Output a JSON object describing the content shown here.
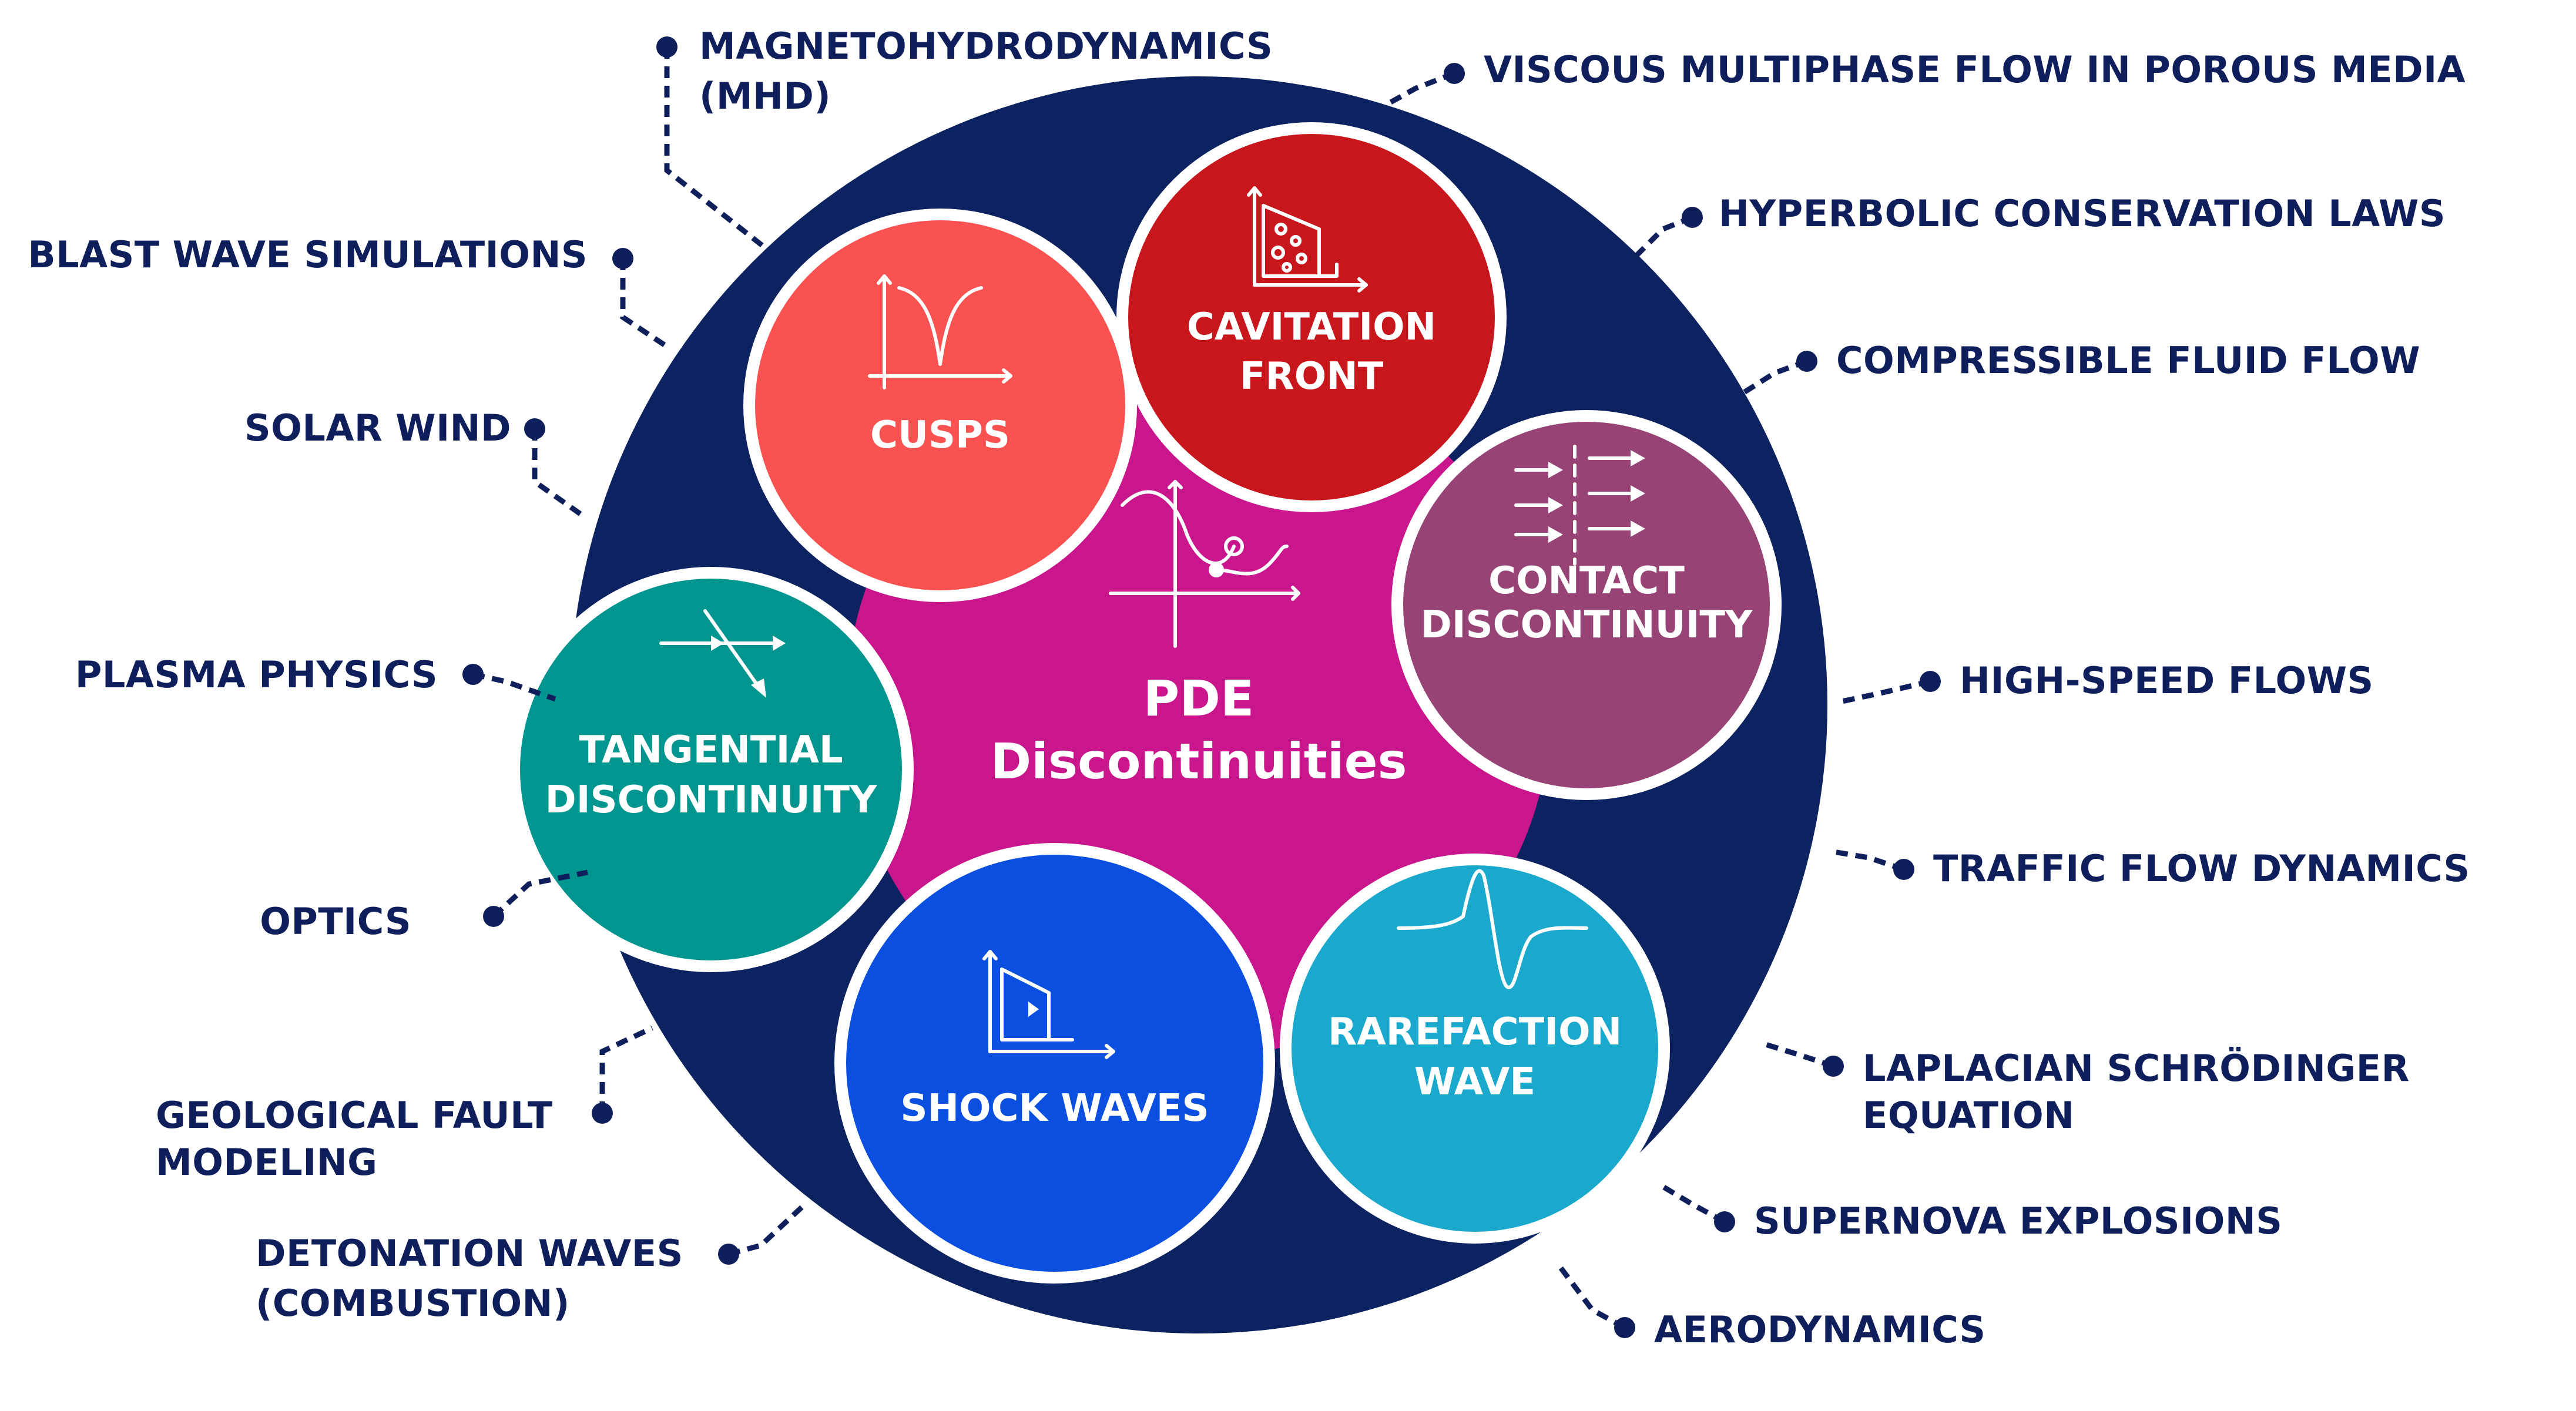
{
  "center": {
    "title_line1": "PDE",
    "title_line2": "Discontinuities",
    "color": "#c9168c",
    "icon": "curve-graph-icon"
  },
  "frame_color": "#0d2260",
  "topics": [
    {
      "id": "cusps",
      "lines": [
        "CUSPS"
      ],
      "color": "#fa5151",
      "icon": "cusp-graph-icon"
    },
    {
      "id": "cavitation-front",
      "lines": [
        "CAVITATION",
        "FRONT"
      ],
      "color": "#c8161d",
      "icon": "bubbles-graph-icon"
    },
    {
      "id": "contact-discontinuity",
      "lines": [
        "CONTACT",
        "DISCONTINUITY"
      ],
      "color": "#984375",
      "icon": "arrows-boundary-icon"
    },
    {
      "id": "rarefaction-wave",
      "lines": [
        "RAREFACTION",
        "WAVE"
      ],
      "color": "#1aa9cd",
      "icon": "wave-pulse-icon"
    },
    {
      "id": "shock-waves",
      "lines": [
        "SHOCK WAVES"
      ],
      "color": "#0a4fe0",
      "icon": "shock-graph-icon"
    },
    {
      "id": "tangential-discontinuity",
      "lines": [
        "TANGENTIAL",
        "DISCONTINUITY"
      ],
      "color": "#00968f",
      "icon": "tangential-arrow-icon"
    }
  ],
  "applications": [
    {
      "lines": [
        "MAGNETOHYDRODYNAMICS",
        "(MHD)"
      ]
    },
    {
      "lines": [
        "BLAST WAVE SIMULATIONS"
      ]
    },
    {
      "lines": [
        "SOLAR WIND"
      ]
    },
    {
      "lines": [
        "PLASMA PHYSICS"
      ]
    },
    {
      "lines": [
        "OPTICS"
      ]
    },
    {
      "lines": [
        "GEOLOGICAL FAULT",
        "MODELING"
      ]
    },
    {
      "lines": [
        "DETONATION WAVES",
        "(COMBUSTION)"
      ]
    },
    {
      "lines": [
        "VISCOUS MULTIPHASE FLOW IN POROUS MEDIA"
      ]
    },
    {
      "lines": [
        "HYPERBOLIC CONSERVATION LAWS"
      ]
    },
    {
      "lines": [
        "COMPRESSIBLE FLUID FLOW"
      ]
    },
    {
      "lines": [
        "HIGH-SPEED FLOWS"
      ]
    },
    {
      "lines": [
        "TRAFFIC FLOW DYNAMICS"
      ]
    },
    {
      "lines": [
        "LAPLACIAN SCHRÖDINGER",
        "EQUATION"
      ]
    },
    {
      "lines": [
        "SUPERNOVA EXPLOSIONS"
      ]
    },
    {
      "lines": [
        "AERODYNAMICS"
      ]
    }
  ]
}
